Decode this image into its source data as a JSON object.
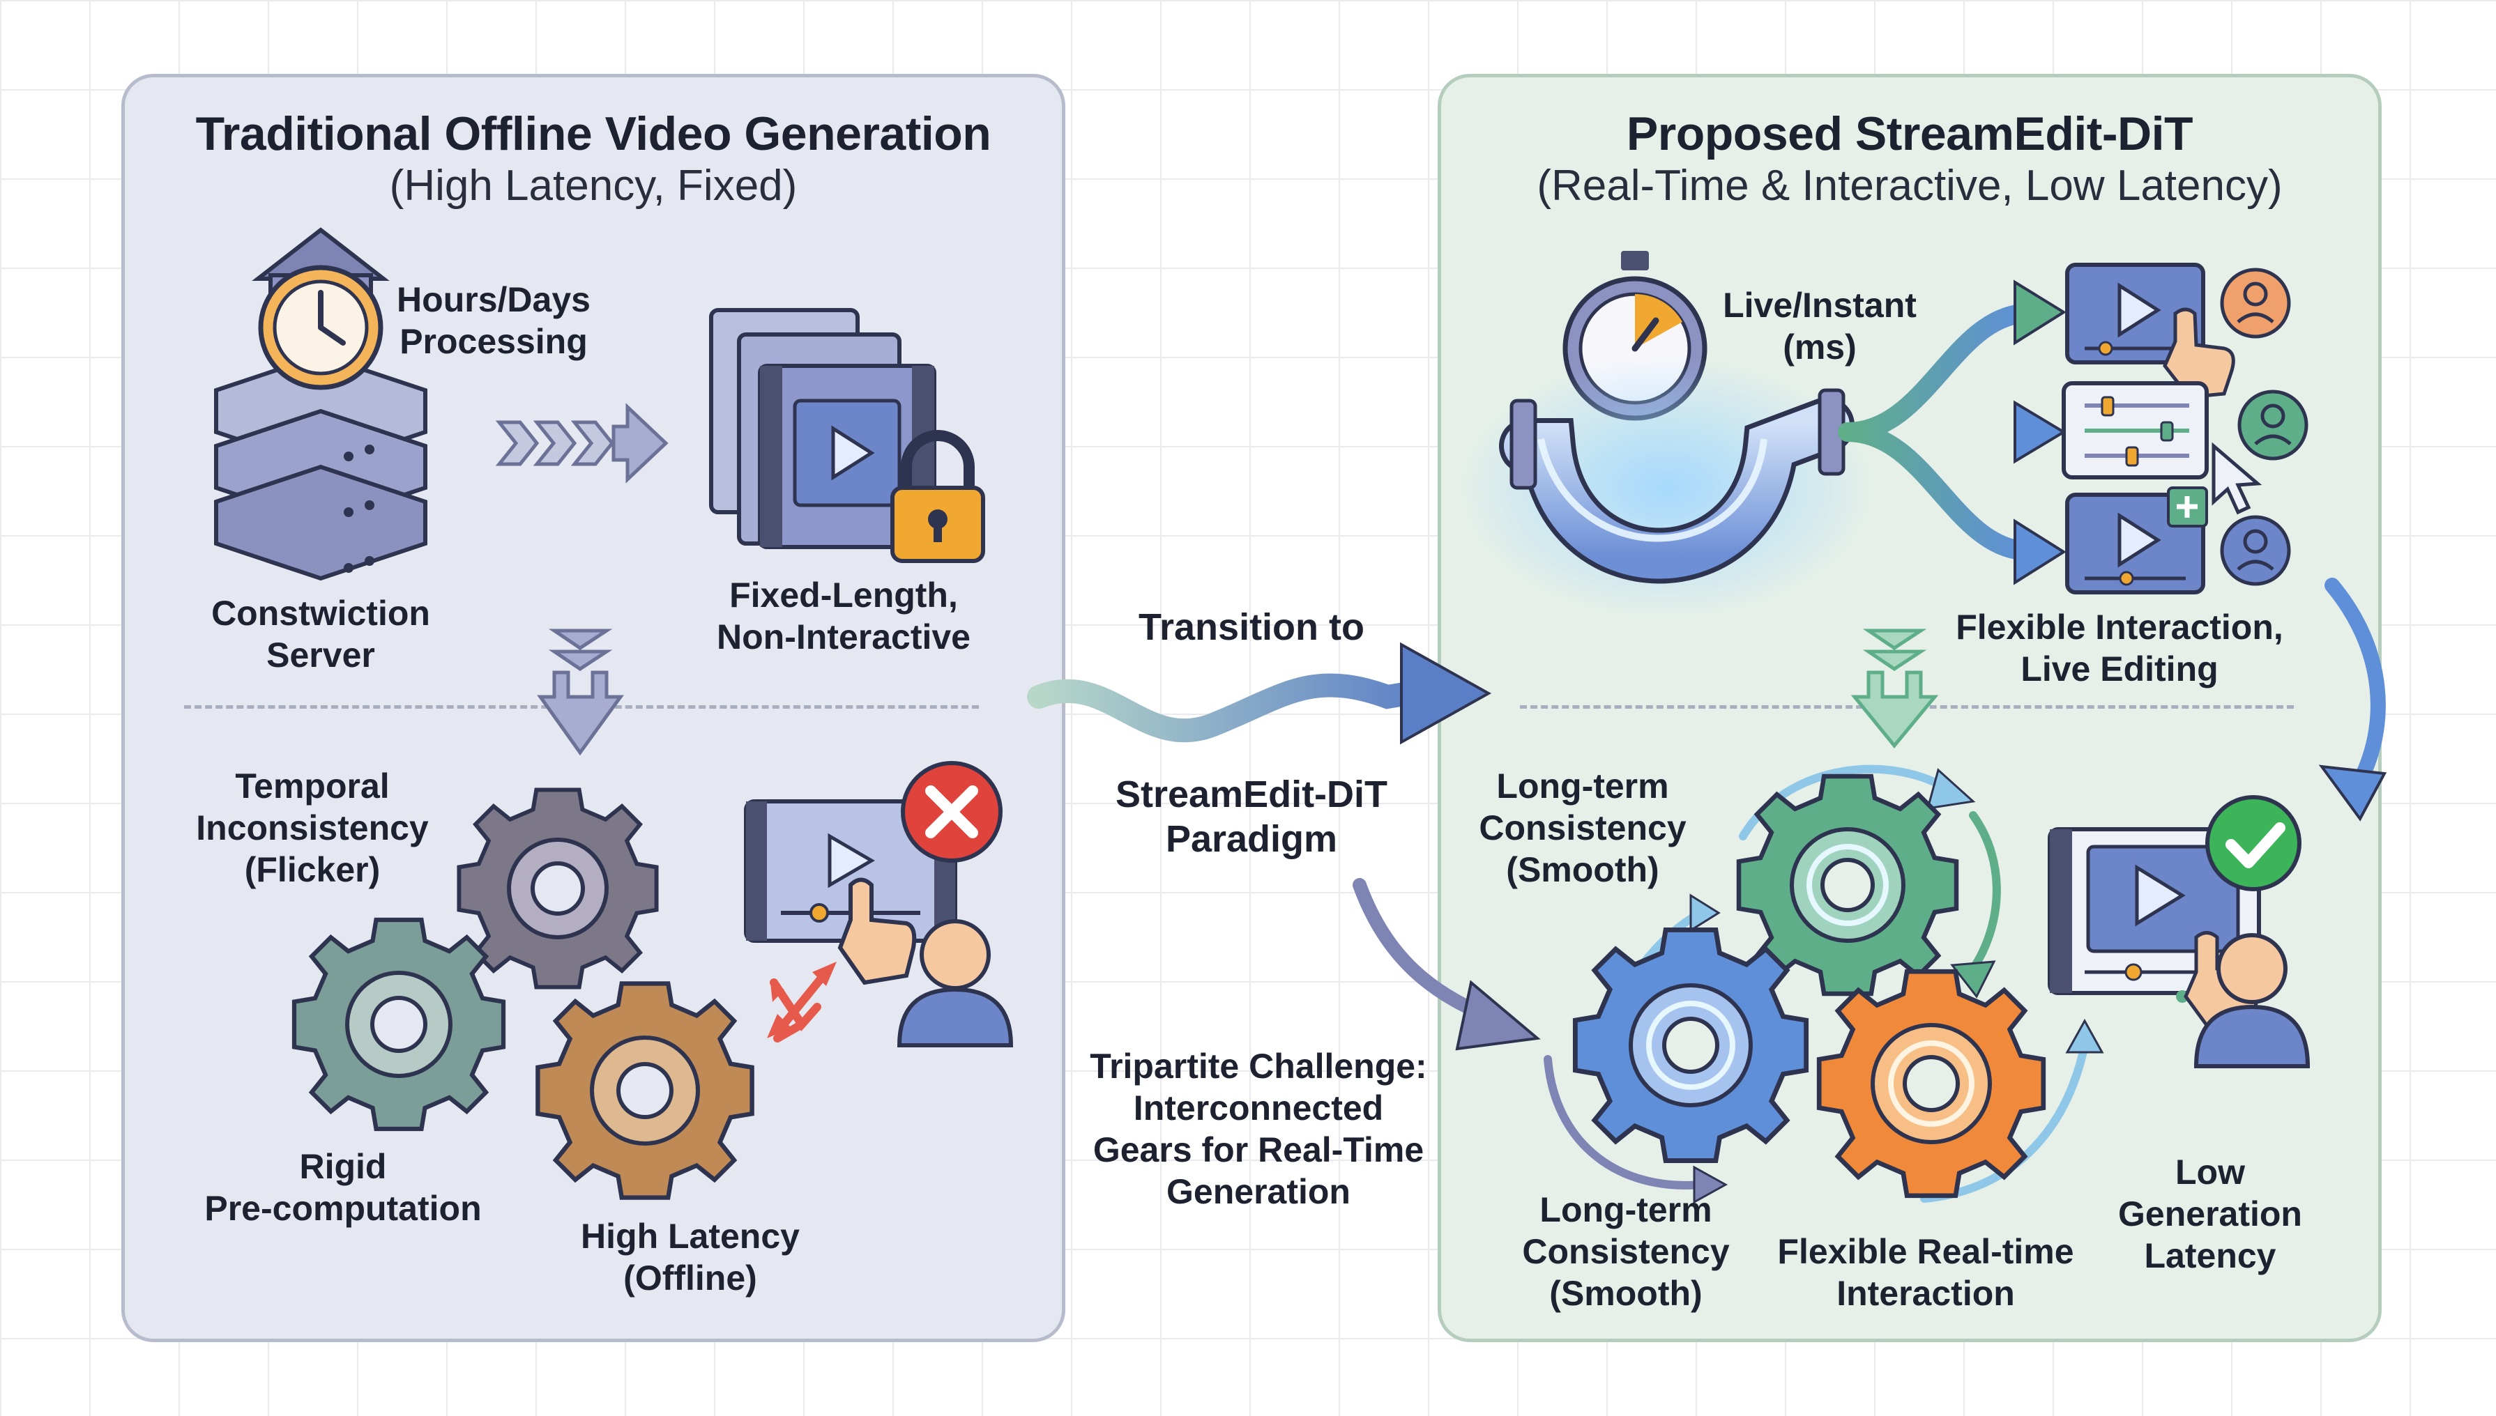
{
  "left_panel": {
    "title": "Traditional Offline Video Generation",
    "subtitle": "(High Latency, Fixed)",
    "labels": {
      "processing": "Hours/Days\nProcessing",
      "server": "Constwiction\nServer",
      "fixed_length": "Fixed-Length,\nNon-Interactive",
      "temporal": "Temporal\nInconsistency\n(Flicker)",
      "rigid": "Rigid\nPre-computation",
      "high_latency": "High Latency\n(Offline)"
    }
  },
  "right_panel": {
    "title": "Proposed StreamEdit-DiT",
    "subtitle": "(Real-Time & Interactive, Low Latency)",
    "labels": {
      "live": "Live/Instant\n(ms)",
      "flexible_editing": "Flexible Interaction,\nLive Editing",
      "longterm_top": "Long-term\nConsistency\n(Smooth)",
      "longterm_bottom": "Long-term\nConsistency\n(Smooth)",
      "flexible_realtime": "Flexible Real-time\nInteraction",
      "low_latency": "Low\nGeneration\nLatency"
    }
  },
  "middle": {
    "transition_to": "Transition to",
    "paradigm": "StreamEdit-DiT\nParadigm",
    "challenge": "Tripartite Challenge:\nInterconnected\nGears for Real-Time\nGeneration"
  },
  "colors": {
    "left_bg": "#e6e8f1",
    "right_bg": "#e6f0e8",
    "arrow_purple": "#7e84b4",
    "gear_gray": "#7c7888",
    "gear_teal": "#7c9e98",
    "gear_orange": "#c08a56",
    "gear_blue": "#5f8fd8",
    "gear_green": "#5fae8a",
    "gear_bright_orange": "#f08a3a",
    "check_green": "#3cb45a",
    "error_red": "#e0433c",
    "lock_gold": "#f0a830"
  },
  "icons": [
    "clock-icon",
    "server-icon",
    "chevron-arrow-icon",
    "film-stack-icon",
    "lock-icon",
    "gear-icon",
    "video-player-icon",
    "error-icon",
    "user-icon",
    "hand-cursor-icon",
    "stopwatch-icon",
    "pipe-icon",
    "slider-panel-icon",
    "pointer-icon",
    "check-icon",
    "wave-arrow-icon"
  ]
}
